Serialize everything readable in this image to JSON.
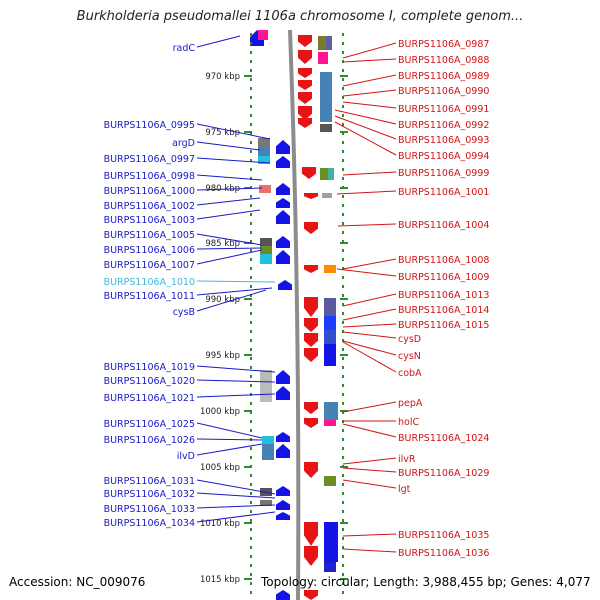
{
  "title": "Burkholderia pseudomallei 1106a chromosome I, complete genom...",
  "footer": {
    "accession": "Accession: NC_009076",
    "topology": "Topology: circular; Length: 3,988,455 bp; Genes: 4,077"
  },
  "colors": {
    "left_label": "#1a1ac8",
    "left_label_dim": "#3fb8e0",
    "right_label": "#d21414",
    "forward_gene": "#1414e6",
    "reverse_gene": "#e61414",
    "backbone": "#8c8c8c",
    "tick": "#2e8b2e"
  },
  "scale_labels": [
    "970 kbp",
    "975 kbp",
    "980 kbp",
    "985 kbp",
    "990 kbp",
    "995 kbp",
    "1000 kbp",
    "1005 kbp",
    "1010 kbp",
    "1015 kbp"
  ],
  "left_genes": [
    {
      "label": "radC"
    },
    {
      "label": "BURPS1106A_0995"
    },
    {
      "label": "argD"
    },
    {
      "label": "BURPS1106A_0997"
    },
    {
      "label": "BURPS1106A_0998"
    },
    {
      "label": "BURPS1106A_1000"
    },
    {
      "label": "BURPS1106A_1002"
    },
    {
      "label": "BURPS1106A_1003"
    },
    {
      "label": "BURPS1106A_1005"
    },
    {
      "label": "BURPS1106A_1006"
    },
    {
      "label": "BURPS1106A_1007"
    },
    {
      "label": "BURPS1106A_1010",
      "dim": true
    },
    {
      "label": "BURPS1106A_1011"
    },
    {
      "label": "cysB"
    },
    {
      "label": "BURPS1106A_1019"
    },
    {
      "label": "BURPS1106A_1020"
    },
    {
      "label": "BURPS1106A_1021"
    },
    {
      "label": "BURPS1106A_1025"
    },
    {
      "label": "BURPS1106A_1026"
    },
    {
      "label": "ilvD"
    },
    {
      "label": "BURPS1106A_1031"
    },
    {
      "label": "BURPS1106A_1032"
    },
    {
      "label": "BURPS1106A_1033"
    },
    {
      "label": "BURPS1106A_1034"
    }
  ],
  "right_genes": [
    {
      "label": "BURPS1106A_0987"
    },
    {
      "label": "BURPS1106A_0988"
    },
    {
      "label": "BURPS1106A_0989"
    },
    {
      "label": "BURPS1106A_0990"
    },
    {
      "label": "BURPS1106A_0991"
    },
    {
      "label": "BURPS1106A_0992"
    },
    {
      "label": "BURPS1106A_0993"
    },
    {
      "label": "BURPS1106A_0994"
    },
    {
      "label": "BURPS1106A_0999"
    },
    {
      "label": "BURPS1106A_1001"
    },
    {
      "label": "BURPS1106A_1004"
    },
    {
      "label": "BURPS1106A_1008"
    },
    {
      "label": "BURPS1106A_1009"
    },
    {
      "label": "BURPS1106A_1013"
    },
    {
      "label": "BURPS1106A_1014"
    },
    {
      "label": "BURPS1106A_1015"
    },
    {
      "label": "cysD"
    },
    {
      "label": "cysN"
    },
    {
      "label": "cobA"
    },
    {
      "label": "pepA"
    },
    {
      "label": "holC"
    },
    {
      "label": "BURPS1106A_1024"
    },
    {
      "label": "ilvR"
    },
    {
      "label": "BURPS1106A_1029"
    },
    {
      "label": "lgt"
    },
    {
      "label": "BURPS1106A_1035"
    },
    {
      "label": "BURPS1106A_1036"
    }
  ]
}
